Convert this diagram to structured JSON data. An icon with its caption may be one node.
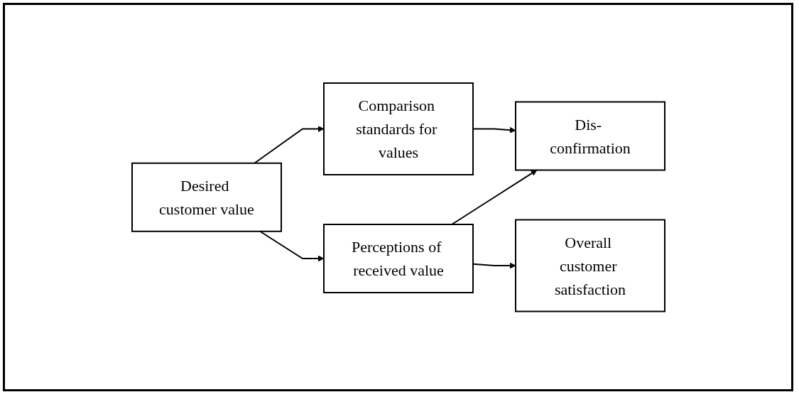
{
  "diagram": {
    "nodes": [
      {
        "text": [
          "Desired customer value"
        ]
      },
      {
        "text": [
          "Perceptions of received value"
        ]
      },
      {
        "text": [
          "Comparison standards for values"
        ]
      },
      {
        "text": [
          "Dis- confirmation"
        ]
      },
      {
        "text": [
          "Overall customer satisfaction"
        ]
      }
    ],
    "edges": [
      {
        "from": 0,
        "to": 1,
        "arrow": "to"
      },
      {
        "from": 0,
        "to": 2,
        "arrow": "to"
      },
      {
        "from": 1,
        "to": 3,
        "arrow": "to"
      },
      {
        "from": 2,
        "to": 3,
        "arrow": "to"
      },
      {
        "from": 1,
        "to": 4,
        "arrow": "to"
      }
    ]
  }
}
